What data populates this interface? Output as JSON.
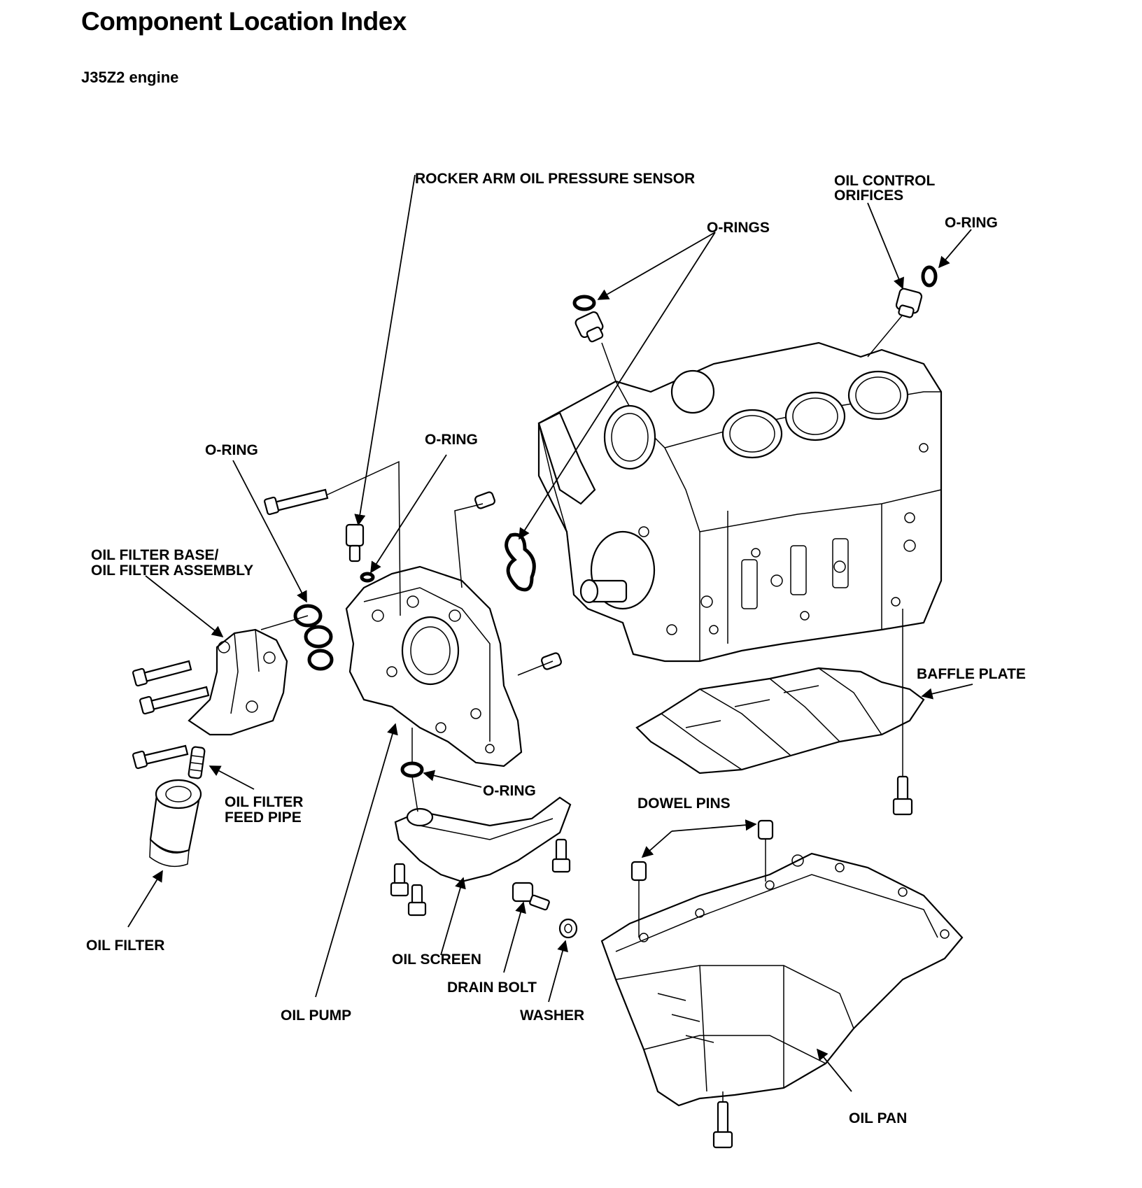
{
  "header": {
    "title": "Component Location Index",
    "subtitle": "J35Z2 engine"
  },
  "labels": {
    "rocker_arm_oil_pressure_sensor": "ROCKER ARM OIL PRESSURE SENSOR",
    "oil_control_orifices_line1": "OIL CONTROL",
    "oil_control_orifices_line2": "ORIFICES",
    "o_rings": "O-RINGS",
    "o_ring_top_right": "O-RING",
    "o_ring_left": "O-RING",
    "o_ring_center": "O-RING",
    "oil_filter_base_line1": "OIL FILTER BASE/",
    "oil_filter_base_line2": "OIL FILTER ASSEMBLY",
    "baffle_plate": "BAFFLE PLATE",
    "o_ring_lower": "O-RING",
    "oil_filter_feed_pipe_line1": "OIL FILTER",
    "oil_filter_feed_pipe_line2": "FEED PIPE",
    "dowel_pins": "DOWEL PINS",
    "oil_filter": "OIL FILTER",
    "oil_screen": "OIL SCREEN",
    "drain_bolt": "DRAIN BOLT",
    "oil_pump": "OIL PUMP",
    "washer": "WASHER",
    "oil_pan": "OIL PAN"
  }
}
